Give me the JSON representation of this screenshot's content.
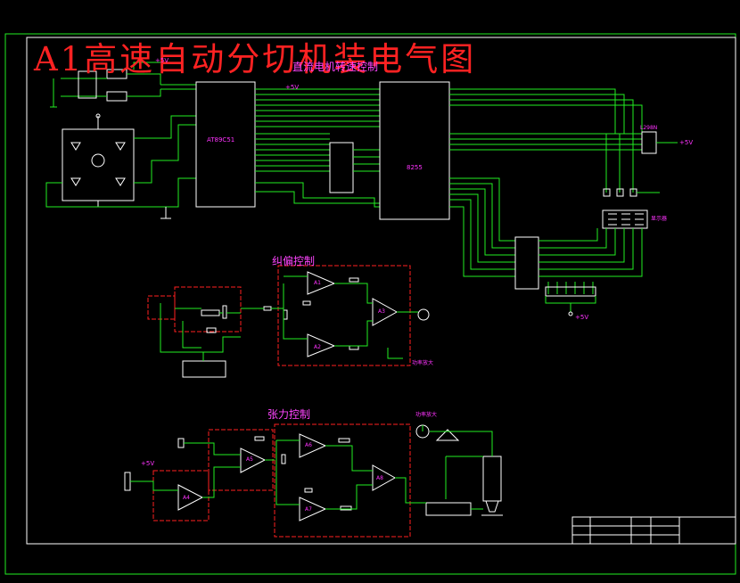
{
  "title": "A1高速自动分切机装电气图",
  "sections": {
    "dc_motor": "直流电机转速控制",
    "deviation": "纠偏控制",
    "tension": "张力控制"
  },
  "chips": {
    "mcu": "AT89C51",
    "ppi": "8255",
    "driver": "L298N"
  },
  "labels": {
    "plus5v": "+5V",
    "plus5v_b": "+5V",
    "plus5v_c": "+5V",
    "plus5v_d": "+5V",
    "plus5v_e": "+5V",
    "a1": "A1",
    "a2": "A2",
    "a3": "A3",
    "a4": "A4",
    "a5": "A5",
    "a6": "A6",
    "a7": "A7",
    "a8": "A8",
    "display": "显示器",
    "power_amp": "功率放大",
    "tension_amp": "功率放大"
  },
  "colors": {
    "background": "#000000",
    "wire": "#22ee22",
    "component": "#ffffff",
    "text": "#ff33ff",
    "title": "#ff2222",
    "box": "#ff2020"
  }
}
